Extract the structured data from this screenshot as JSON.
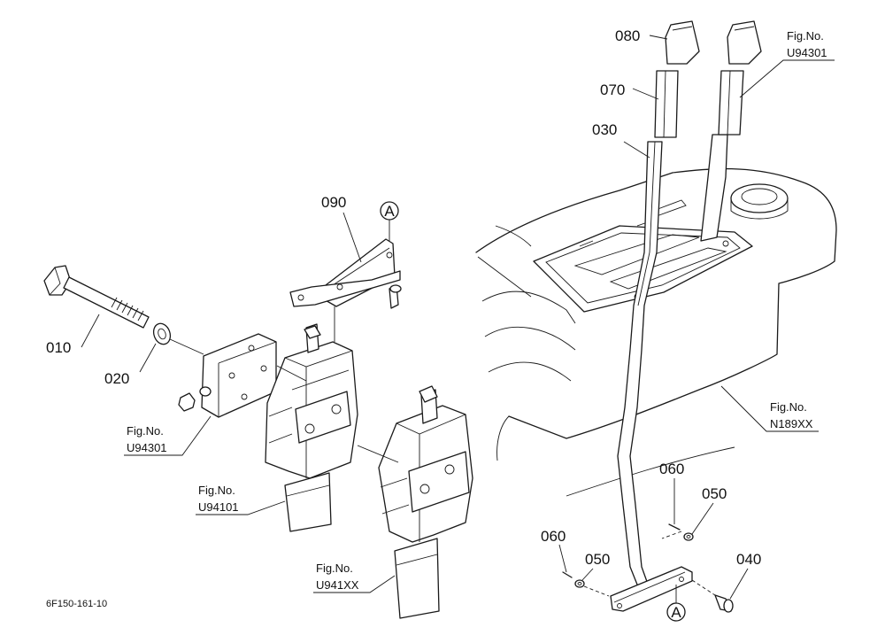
{
  "callouts": {
    "p010": "010",
    "p020": "020",
    "p030": "030",
    "p040": "040",
    "p050a": "050",
    "p050b": "050",
    "p060a": "060",
    "p060b": "060",
    "p070": "070",
    "p080": "080",
    "p090": "090"
  },
  "markers": {
    "a_top": "A",
    "a_bottom": "A"
  },
  "fig_refs": {
    "ref_u94301_left": {
      "label": "Fig.No.",
      "code": "U94301"
    },
    "ref_u94101": {
      "label": "Fig.No.",
      "code": "U94101"
    },
    "ref_u941xx": {
      "label": "Fig.No.",
      "code": "U941XX"
    },
    "ref_u94301_right": {
      "label": "Fig.No.",
      "code": "U94301"
    },
    "ref_n189xx": {
      "label": "Fig.No.",
      "code": "N189XX"
    }
  },
  "drawing_code": "6F150-161-10"
}
